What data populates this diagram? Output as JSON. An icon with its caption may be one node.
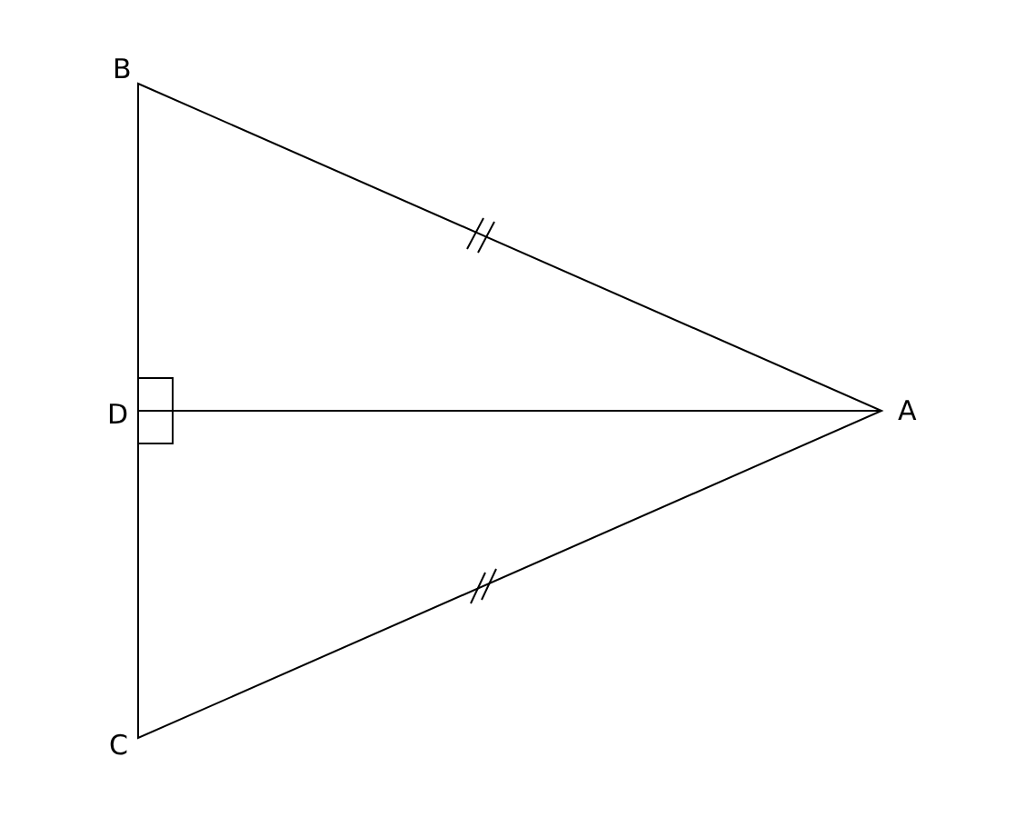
{
  "diagram": {
    "labels": [
      "B",
      "D",
      "A",
      "C"
    ]
  }
}
